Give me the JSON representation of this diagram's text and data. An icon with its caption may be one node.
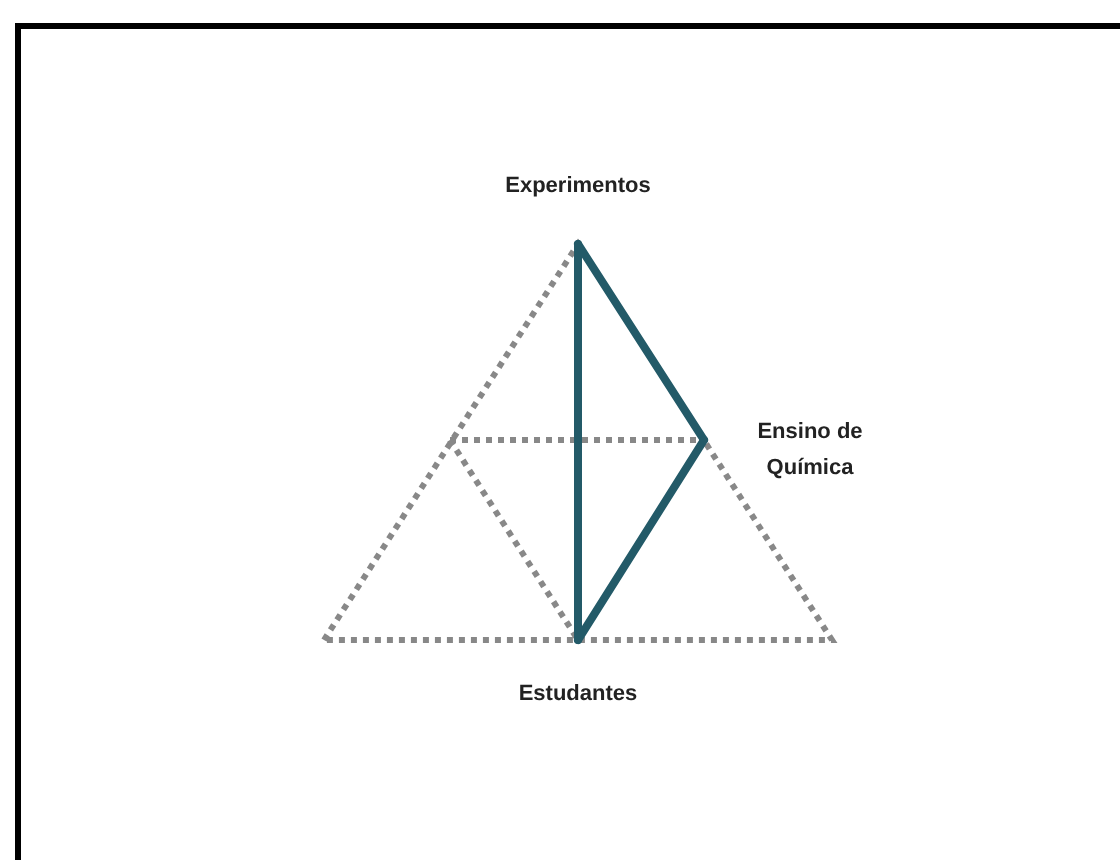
{
  "diagram": {
    "nodes": [
      {
        "text": [
          "Experimentos"
        ]
      },
      {
        "text": [
          "Ensino de Química"
        ]
      },
      {
        "text": [
          "Estudantes"
        ]
      }
    ],
    "edges": [
      {
        "from": 0,
        "to": 1,
        "arrow": "none"
      },
      {
        "from": 1,
        "to": 2,
        "arrow": "none"
      },
      {
        "from": 0,
        "to": 2,
        "arrow": "none"
      }
    ]
  }
}
